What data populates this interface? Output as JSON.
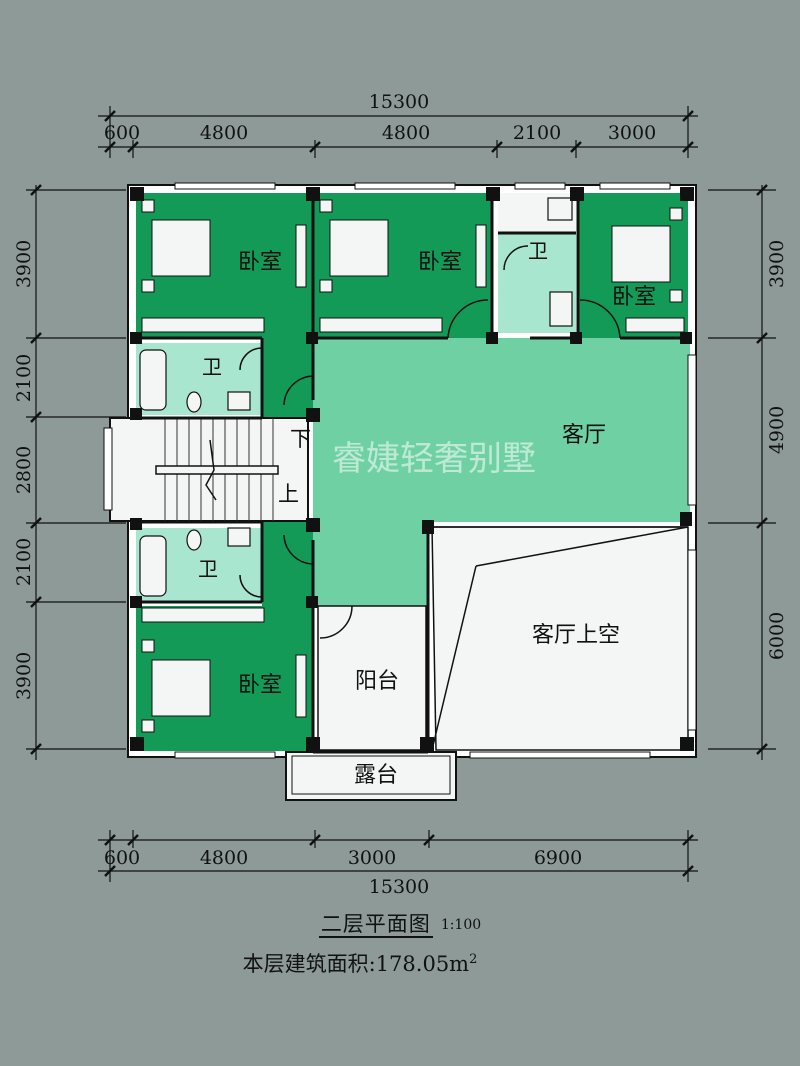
{
  "plan": {
    "watermark": "睿婕轻奢别墅",
    "rooms": {
      "bedroom_label": "卧室",
      "bath_label": "卫",
      "living": "客厅",
      "void": "客厅上空",
      "balcony": "阳台",
      "terrace": "露台",
      "stair_down": "下",
      "stair_up": "上"
    },
    "dims_top": {
      "total": "15300",
      "segments": [
        "600",
        "4800",
        "4800",
        "2100",
        "3000"
      ]
    },
    "dims_bottom": {
      "total": "15300",
      "segments": [
        "600",
        "4800",
        "3000",
        "6900"
      ]
    },
    "dims_left": [
      "3900",
      "2100",
      "2800",
      "2100",
      "3900"
    ],
    "dims_right": [
      "3900",
      "4900",
      "6000"
    ],
    "title": "二层平面图",
    "scale": "1:100",
    "area_text": "本层建筑面积:178.05m",
    "area_sup": "2"
  },
  "colors": {
    "background": "#8d9a97",
    "bedroom": "#139a57",
    "living": "#6fd0a3",
    "bath": "#a9e6cf",
    "outdoor": "#f2f4f4",
    "wall": "#111111"
  }
}
